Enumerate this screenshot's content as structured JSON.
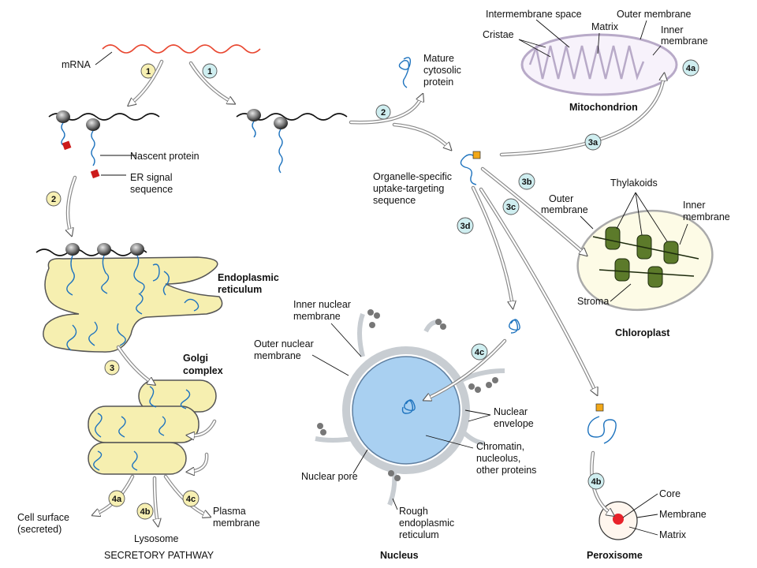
{
  "labels": {
    "mrna": "mRNA",
    "mature_cytosolic_protein": [
      "Mature",
      "cytosolic",
      "protein"
    ],
    "intermembrane_space": "Intermembrane space",
    "outer_membrane_mito": "Outer membrane",
    "matrix_mito": "Matrix",
    "cristae": "Cristae",
    "inner_membrane_mito": [
      "Inner",
      "membrane"
    ],
    "mitochondrion": "Mitochondrion",
    "nascent_protein": "Nascent protein",
    "er_signal_sequence": [
      "ER signal",
      "sequence"
    ],
    "organelle_specific": [
      "Organelle-specific",
      "uptake-targeting",
      "sequence"
    ],
    "thylakoids": "Thylakoids",
    "outer_membrane_chloro": [
      "Outer",
      "membrane"
    ],
    "inner_membrane_chloro": [
      "Inner",
      "membrane"
    ],
    "stroma": "Stroma",
    "chloroplast": "Chloroplast",
    "endoplasmic_reticulum": [
      "Endoplasmic",
      "reticulum"
    ],
    "golgi_complex": [
      "Golgi",
      "complex"
    ],
    "inner_nuclear_membrane": [
      "Inner nuclear",
      "membrane"
    ],
    "outer_nuclear_membrane": [
      "Outer nuclear",
      "membrane"
    ],
    "nuclear_envelope": [
      "Nuclear",
      "envelope"
    ],
    "chromatin": [
      "Chromatin,",
      "nucleolus,",
      "other proteins"
    ],
    "nuclear_pore": "Nuclear pore",
    "rough_er": [
      "Rough",
      "endoplasmic",
      "reticulum"
    ],
    "nucleus": "Nucleus",
    "core": "Core",
    "membrane_perox": "Membrane",
    "matrix_perox": "Matrix",
    "peroxisome": "Peroxisome",
    "cell_surface": [
      "Cell surface",
      "(secreted)"
    ],
    "lysosome": "Lysosome",
    "plasma_membrane": [
      "Plasma",
      "membrane"
    ],
    "secretory_pathway": "SECRETORY PATHWAY"
  },
  "steps": {
    "s1a": "1",
    "s1b": "1",
    "s2a": "2",
    "s2b": "2",
    "s3": "3",
    "s3a": "3a",
    "s3b": "3b",
    "s3c": "3c",
    "s3d": "3d",
    "s4a_mito": "4a",
    "s4c_nuc": "4c",
    "s4b_perox": "4b",
    "s4a_sec": "4a",
    "s4b_sec": "4b",
    "s4c_sec": "4c"
  },
  "colors": {
    "protein_chain": "#1e73be",
    "mrna_free": "#e8462f",
    "er_fill": "#f6efb0",
    "nucleus_fill": "#a9d0f1",
    "signal_red": "#cc1b1b",
    "target_orange": "#f2a818",
    "step_yellow_badge": "#f7f0b3",
    "step_blue_badge": "#cfeef0"
  }
}
